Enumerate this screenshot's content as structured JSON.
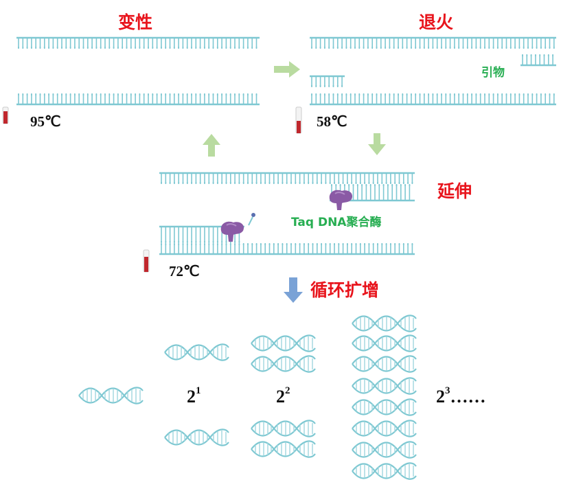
{
  "labels": {
    "denature": "变性",
    "anneal": "退火",
    "extend": "延伸",
    "cycle": "循环扩增",
    "primer": "引物",
    "polymerase": "Taq DNA聚合酶"
  },
  "temperatures": {
    "denature": "95℃",
    "anneal": "58℃",
    "extend": "72℃"
  },
  "exponents": {
    "gen1_base": "2",
    "gen1_exp": "1",
    "gen2_base": "2",
    "gen2_exp": "2",
    "gen3_base": "2",
    "gen3_exp": "3",
    "gen3_suffix": "……"
  },
  "colors": {
    "strand": "#7ec8d2",
    "flow_arrow": "#b9dba0",
    "cycle_arrow": "#7aa2d6",
    "label_red": "#e8141c",
    "label_green": "#27ae52",
    "enzyme": "#8a5aa5",
    "thermometer": "#c0272d"
  }
}
